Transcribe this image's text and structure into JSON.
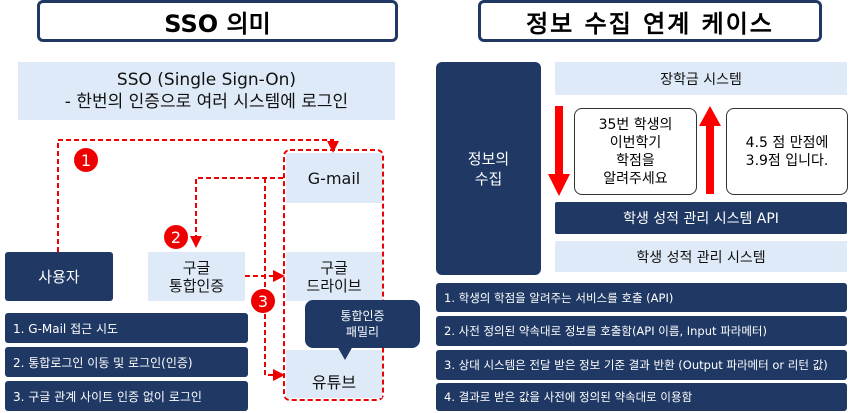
{
  "left": {
    "title": "SSO 의미",
    "definition_line1": "SSO (Single Sign-On)",
    "definition_line2": "- 한번의 인증으로 여러 시스템에 로그인",
    "user": "사용자",
    "auth": "구글\n통합인증",
    "gmail": "G-mail",
    "drive": "구글\n드라이브",
    "youtube": "유튜브",
    "callout": "통합인증\n패밀리",
    "step_markers": [
      "1",
      "2",
      "3"
    ],
    "steps": [
      "1. G-Mail 접근 시도",
      "2. 통합로그인 이동 및 로그인(인증)",
      "3. 구글 관계 사이트 인증 없이 로그인"
    ]
  },
  "right": {
    "title": "정보 수집 연계 케이스",
    "side_label": "정보의\n수집",
    "scholarship": "장학금 시스템",
    "request": "35번 학생의\n이번학기\n학점을\n알려주세요",
    "response": "4.5 점 만점에\n3.9점 입니다.",
    "api": "학생 성적 관리 시스템 API",
    "grade_system": "학생 성적 관리 시스템",
    "steps": [
      "1. 학생의 학점을 알려주는 서비스를 호출 (API)",
      "2. 사전 정의된 약속대로 정보를 호출함(API 이름, Input 파라메터)",
      "3. 상대 시스템은 전달 받은 정보 기준 결과 반환 (Output 파라메터 or 리턴 값)",
      "4. 결과로 받은 값을 사전에 정의된 약속대로 이용함"
    ]
  },
  "colors": {
    "navy": "#1f3864",
    "light": "#deeaf7",
    "red": "#ff0000"
  }
}
